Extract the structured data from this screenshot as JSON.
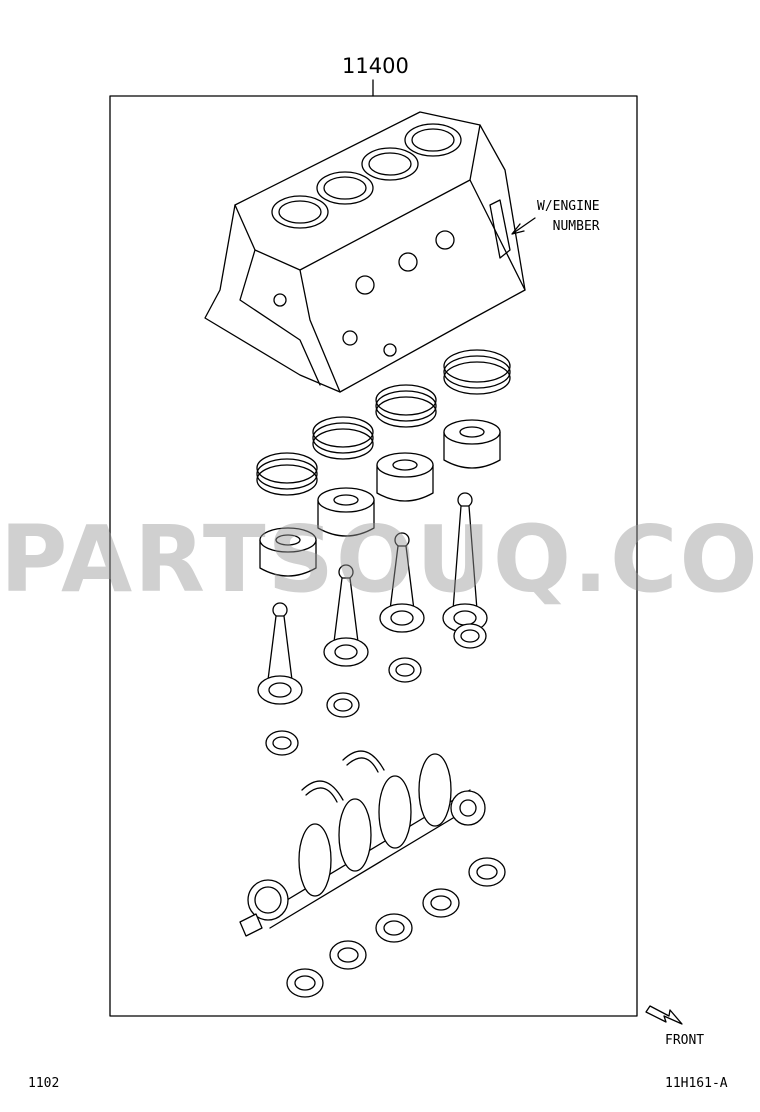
{
  "diagram": {
    "part_number": "11400",
    "callout_text": "W/ENGINE\n  NUMBER",
    "front_label": "FRONT",
    "footer_left": "1102",
    "footer_right": "11H161-A",
    "watermark": "PARTSOUQ.COM"
  }
}
